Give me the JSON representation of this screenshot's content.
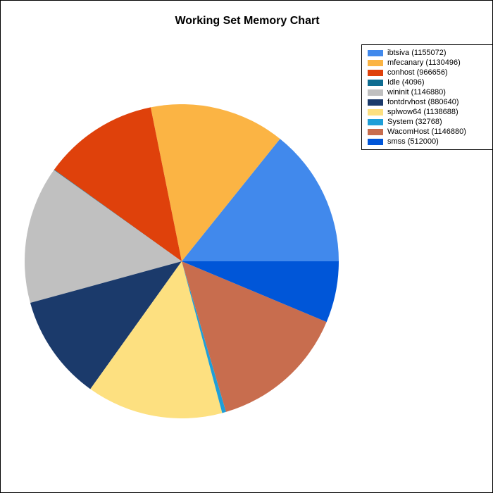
{
  "chart_data": {
    "type": "pie",
    "title": "Working Set Memory Chart",
    "legend_position": "top-right",
    "slices": [
      {
        "name": "ibtsiva",
        "value": 1155072,
        "label": "ibtsiva (1155072)",
        "color": "#4189EC"
      },
      {
        "name": "mfecanary",
        "value": 1130496,
        "label": "mfecanary (1130496)",
        "color": "#FBB444"
      },
      {
        "name": "conhost",
        "value": 966656,
        "label": "conhost (966656)",
        "color": "#DF410B"
      },
      {
        "name": "Idle",
        "value": 4096,
        "label": "Idle (4096)",
        "color": "#0E6C90"
      },
      {
        "name": "wininit",
        "value": 1146880,
        "label": "wininit (1146880)",
        "color": "#C0C0C0"
      },
      {
        "name": "fontdrvhost",
        "value": 880640,
        "label": "fontdrvhost (880640)",
        "color": "#1B3A6B"
      },
      {
        "name": "splwow64",
        "value": 1138688,
        "label": "splwow64 (1138688)",
        "color": "#FDE080"
      },
      {
        "name": "System",
        "value": 32768,
        "label": "System (32768)",
        "color": "#1F9FD8"
      },
      {
        "name": "WacomHost",
        "value": 1146880,
        "label": "WacomHost (1146880)",
        "color": "#C86D4E"
      },
      {
        "name": "smss",
        "value": 512000,
        "label": "smss (512000)",
        "color": "#0056D8"
      }
    ]
  }
}
